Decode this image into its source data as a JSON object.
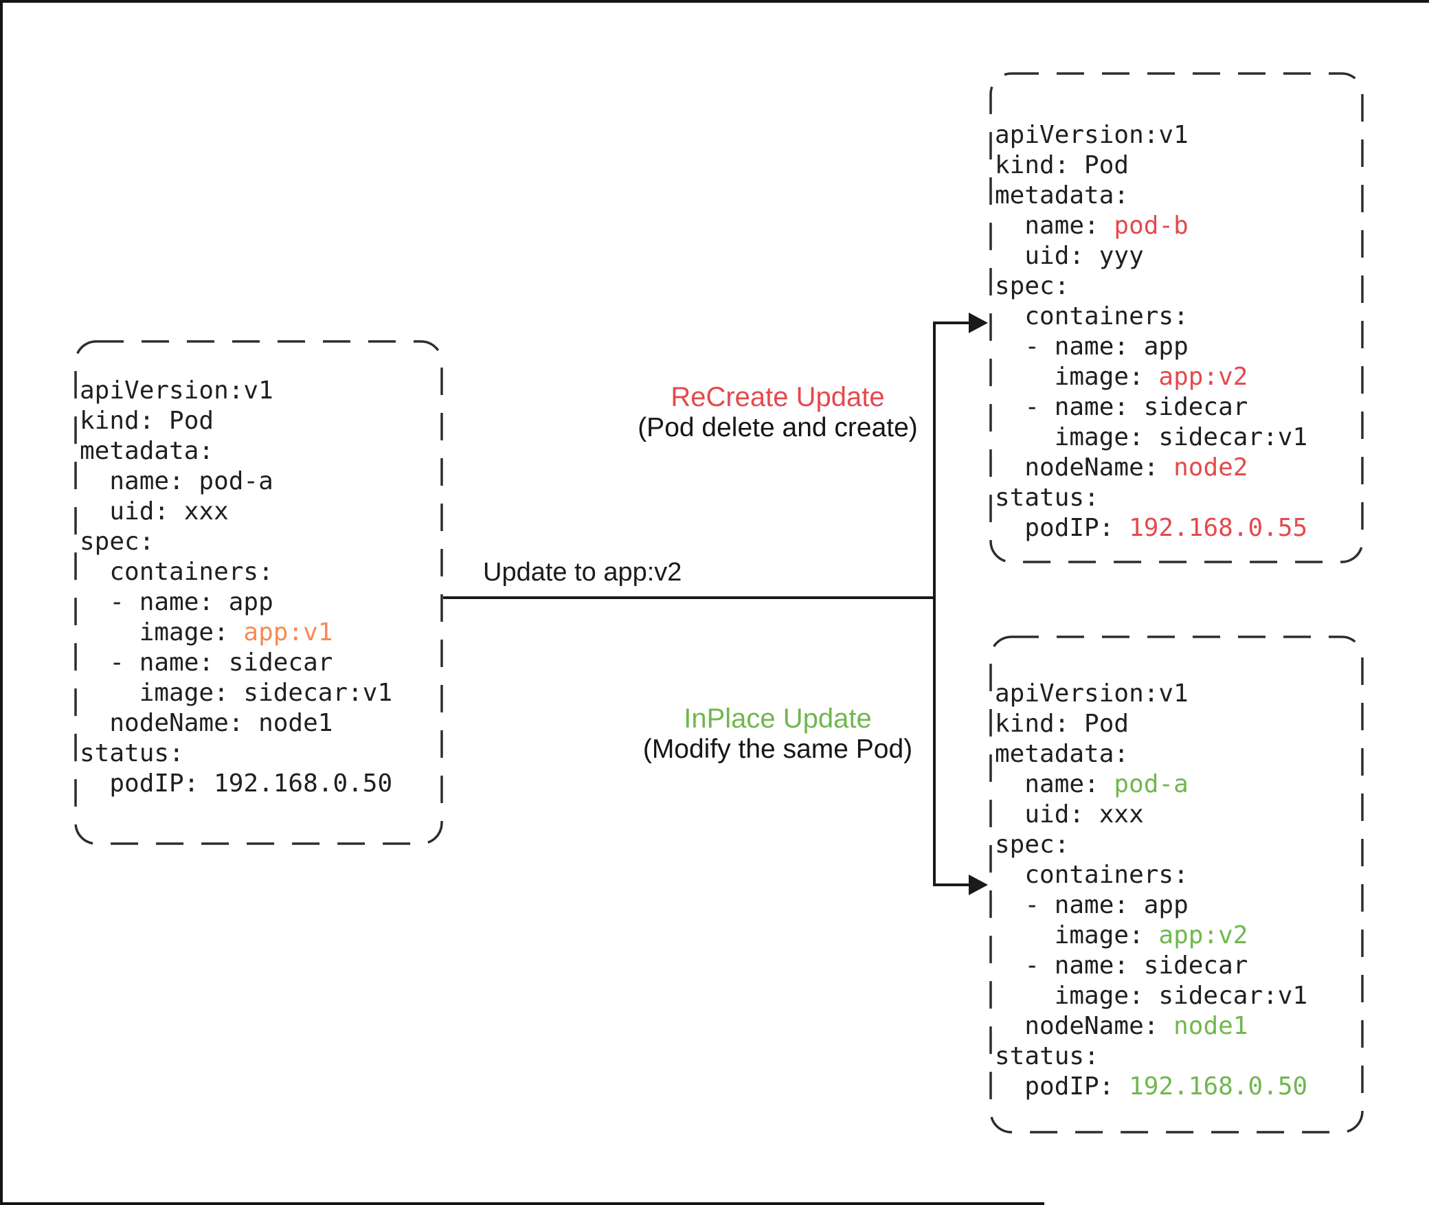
{
  "colors": {
    "ink": "#1f1f1f",
    "orange": "#f68a55",
    "red": "#e4494d",
    "green": "#70b74e"
  },
  "labels": {
    "update_arrow": "Update to app:v2",
    "recreate_title": "ReCreate Update",
    "recreate_subtitle": "(Pod delete and create)",
    "inplace_title": "InPlace Update",
    "inplace_subtitle": "(Modify the same Pod)"
  },
  "boxes": {
    "pod_a_v1": {
      "lines": [
        [
          {
            "text": "apiVersion:v1"
          }
        ],
        [
          {
            "text": "kind: Pod"
          }
        ],
        [
          {
            "text": "metadata:"
          }
        ],
        [
          {
            "text": "  name: pod-a"
          }
        ],
        [
          {
            "text": "  uid: xxx"
          }
        ],
        [
          {
            "text": "spec:"
          }
        ],
        [
          {
            "text": "  containers:"
          }
        ],
        [
          {
            "text": "  - name: app"
          }
        ],
        [
          {
            "text": "    image: "
          },
          {
            "text": "app:v1",
            "color": "orange"
          }
        ],
        [
          {
            "text": "  - name: sidecar"
          }
        ],
        [
          {
            "text": "    image: sidecar:v1"
          }
        ],
        [
          {
            "text": "  nodeName: node1"
          }
        ],
        [
          {
            "text": "status:"
          }
        ],
        [
          {
            "text": "  podIP: 192.168.0.50"
          }
        ]
      ]
    },
    "pod_b_recreate": {
      "lines": [
        [
          {
            "text": "apiVersion:v1"
          }
        ],
        [
          {
            "text": "kind: Pod"
          }
        ],
        [
          {
            "text": "metadata:"
          }
        ],
        [
          {
            "text": "  name: "
          },
          {
            "text": "pod-b",
            "color": "red"
          }
        ],
        [
          {
            "text": "  uid: yyy"
          }
        ],
        [
          {
            "text": "spec:"
          }
        ],
        [
          {
            "text": "  containers:"
          }
        ],
        [
          {
            "text": "  - name: app"
          }
        ],
        [
          {
            "text": "    image: "
          },
          {
            "text": "app:v2",
            "color": "red"
          }
        ],
        [
          {
            "text": "  - name: sidecar"
          }
        ],
        [
          {
            "text": "    image: sidecar:v1"
          }
        ],
        [
          {
            "text": "  nodeName: "
          },
          {
            "text": "node2",
            "color": "red"
          }
        ],
        [
          {
            "text": "status:"
          }
        ],
        [
          {
            "text": "  podIP: "
          },
          {
            "text": "192.168.0.55",
            "color": "red"
          }
        ]
      ]
    },
    "pod_a_inplace": {
      "lines": [
        [
          {
            "text": "apiVersion:v1"
          }
        ],
        [
          {
            "text": "kind: Pod"
          }
        ],
        [
          {
            "text": "metadata:"
          }
        ],
        [
          {
            "text": "  name: "
          },
          {
            "text": "pod-a",
            "color": "green"
          }
        ],
        [
          {
            "text": "  uid: xxx"
          }
        ],
        [
          {
            "text": "spec:"
          }
        ],
        [
          {
            "text": "  containers:"
          }
        ],
        [
          {
            "text": "  - name: app"
          }
        ],
        [
          {
            "text": "    image: "
          },
          {
            "text": "app:v2",
            "color": "green"
          }
        ],
        [
          {
            "text": "  - name: sidecar"
          }
        ],
        [
          {
            "text": "    image: sidecar:v1"
          }
        ],
        [
          {
            "text": "  nodeName: "
          },
          {
            "text": "node1",
            "color": "green"
          }
        ],
        [
          {
            "text": "status:"
          }
        ],
        [
          {
            "text": "  podIP: "
          },
          {
            "text": "192.168.0.50",
            "color": "green"
          }
        ]
      ]
    }
  }
}
